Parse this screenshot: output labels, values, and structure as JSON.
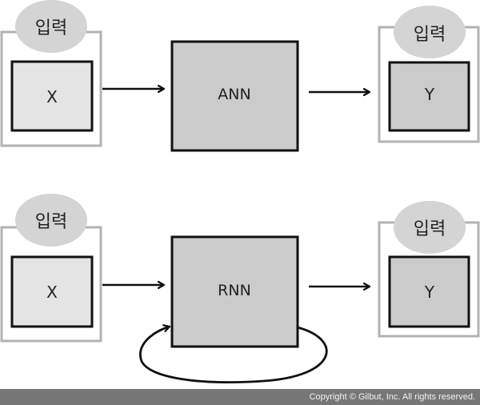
{
  "diagram": {
    "rows": [
      {
        "input_tag": "입력",
        "input_label": "X",
        "model_label": "ANN",
        "output_tag": "입력",
        "output_label": "Y",
        "recurrent_loop": false
      },
      {
        "input_tag": "입력",
        "input_label": "X",
        "model_label": "RNN",
        "output_tag": "입력",
        "output_label": "Y",
        "recurrent_loop": true
      }
    ],
    "colors": {
      "outer_frame": "#b3b3b3",
      "tag_ellipse": "#d4d4d4",
      "input_box": "#e4e4e4",
      "model_box": "#cbcbcb",
      "output_box": "#cbcbcb",
      "stroke": "#111111"
    }
  },
  "footer": {
    "copyright": "Copyright © Gilbut, Inc. All rights reserved."
  }
}
